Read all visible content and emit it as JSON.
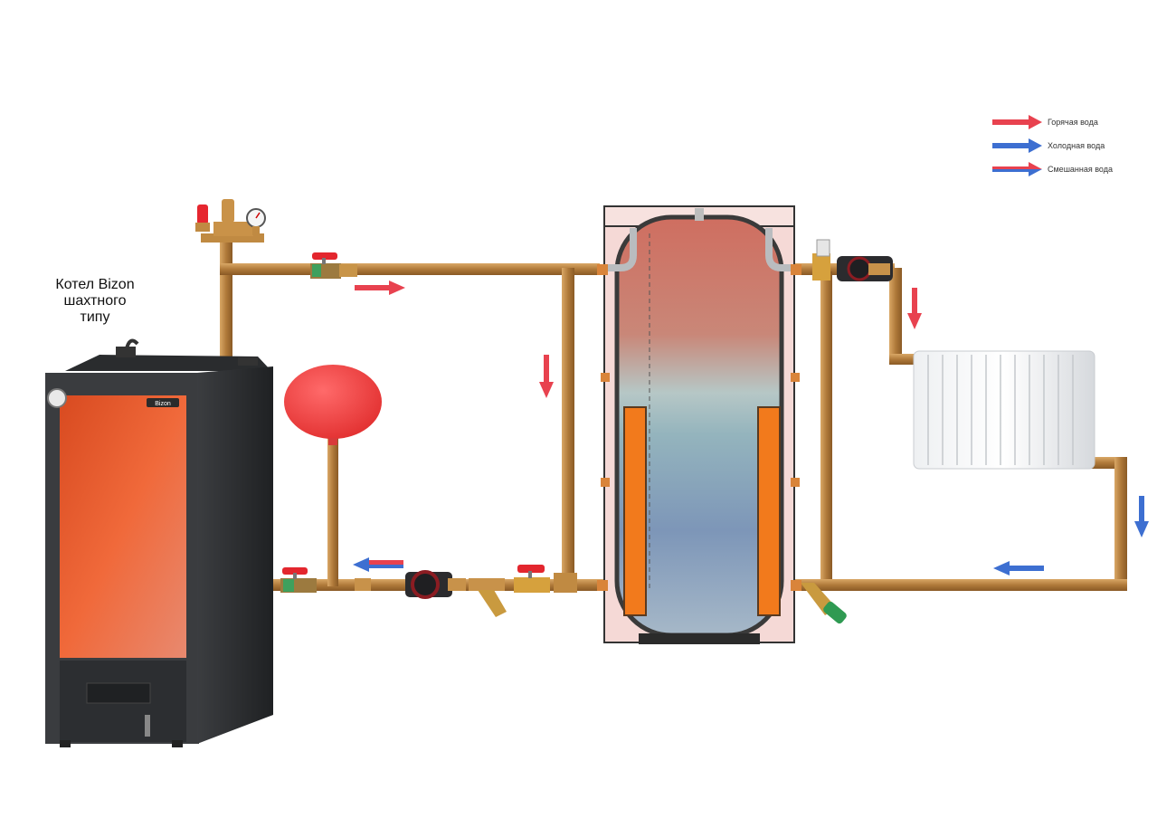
{
  "boiler_label": {
    "line1": "Котел Bizon",
    "line2": "шахтного",
    "line3": "типу"
  },
  "boiler_brand": "Bizon",
  "legend": {
    "hot": {
      "label": "Горячая вода",
      "color": "#e8424f"
    },
    "cold": {
      "label": "Холодная вода",
      "color": "#3d6fd1"
    },
    "mixed": {
      "label": "Смешанная вода",
      "color_top": "#e8424f",
      "color_bottom": "#3d6fd1"
    }
  },
  "colors": {
    "pipe": "#b8823f",
    "boiler_door": "#e65a2a",
    "boiler_body": "#2e3033",
    "expansion_tank": "#f14a4a",
    "valve_handle": "#e3262e",
    "drain_valve": "#2f9a52"
  }
}
